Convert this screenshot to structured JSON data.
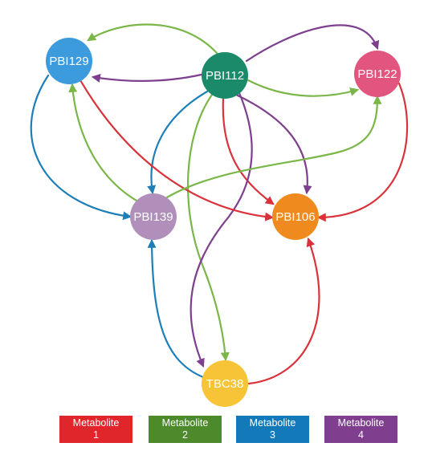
{
  "nodes": [
    {
      "id": "PBI129",
      "label": "PBI129",
      "color": "#3b9bdc"
    },
    {
      "id": "PBI112",
      "label": "PBI112",
      "color": "#1b8a6b"
    },
    {
      "id": "PBI122",
      "label": "PBI122",
      "color": "#e1557e"
    },
    {
      "id": "PBI139",
      "label": "PBI139",
      "color": "#b08fbb"
    },
    {
      "id": "PBI106",
      "label": "PBI106",
      "color": "#ef8a1e"
    },
    {
      "id": "TBC38",
      "label": "TBC38",
      "color": "#f7c437"
    }
  ],
  "metabolites": [
    {
      "key": "m1",
      "name": "Metabolite",
      "number": "1",
      "color": "#e0262b"
    },
    {
      "key": "m2",
      "name": "Metabolite",
      "number": "2",
      "color": "#4d8a2c"
    },
    {
      "key": "m3",
      "name": "Metabolite",
      "number": "3",
      "color": "#1479b8"
    },
    {
      "key": "m4",
      "name": "Metabolite",
      "number": "4",
      "color": "#7f3f8e"
    }
  ],
  "edge_colors": {
    "m1": "#d9323a",
    "m2": "#7ab648",
    "m3": "#1e7fb8",
    "m4": "#7e3f8f"
  },
  "edges": [
    {
      "from": "PBI112",
      "to": "PBI129",
      "metabolite": "m2"
    },
    {
      "from": "PBI112",
      "to": "PBI129",
      "metabolite": "m4"
    },
    {
      "from": "PBI112",
      "to": "PBI122",
      "metabolite": "m4"
    },
    {
      "from": "PBI112",
      "to": "PBI122",
      "metabolite": "m2"
    },
    {
      "from": "PBI112",
      "to": "PBI139",
      "metabolite": "m3"
    },
    {
      "from": "PBI112",
      "to": "PBI106",
      "metabolite": "m1"
    },
    {
      "from": "PBI112",
      "to": "PBI106",
      "metabolite": "m4"
    },
    {
      "from": "PBI112",
      "to": "TBC38",
      "metabolite": "m2"
    },
    {
      "from": "PBI112",
      "to": "TBC38",
      "metabolite": "m4"
    },
    {
      "from": "PBI129",
      "to": "PBI139",
      "metabolite": "m3"
    },
    {
      "from": "PBI129",
      "to": "PBI106",
      "metabolite": "m1"
    },
    {
      "from": "PBI139",
      "to": "PBI129",
      "metabolite": "m2"
    },
    {
      "from": "PBI139",
      "to": "PBI122",
      "metabolite": "m2"
    },
    {
      "from": "PBI122",
      "to": "PBI106",
      "metabolite": "m1"
    },
    {
      "from": "TBC38",
      "to": "PBI139",
      "metabolite": "m3"
    },
    {
      "from": "TBC38",
      "to": "PBI106",
      "metabolite": "m1"
    }
  ]
}
